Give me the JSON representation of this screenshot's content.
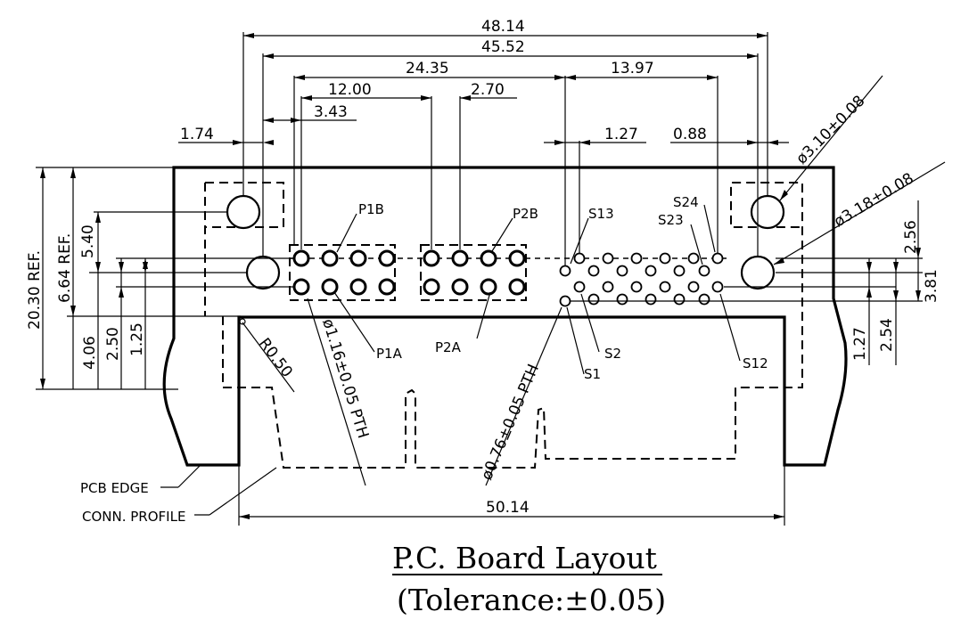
{
  "title": "P.C. Board Layout",
  "subtitle": "(Tolerance:±0.05)",
  "dimensions": {
    "d48_14": "48.14",
    "d45_52": "45.52",
    "d24_35": "24.35",
    "d13_97": "13.97",
    "d12_00": "12.00",
    "d2_70": "2.70",
    "d3_43": "3.43",
    "d1_74": "1.74",
    "d1_27_top": "1.27",
    "d0_88": "0.88",
    "d50_14": "50.14",
    "d20_30": "20.30 REF.",
    "d6_64": "6.64 REF.",
    "d5_40": "5.40",
    "d4_06": "4.06",
    "d2_50": "2.50",
    "d1_25": "1.25",
    "d2_56": "2.56",
    "d3_81": "3.81",
    "d2_54": "2.54",
    "d1_27_right": "1.27",
    "r0_50": "R0.50",
    "hole_310": "ø3.10±0.08",
    "hole_318": "ø3.18±0.08",
    "pth_116": "ø1.16±0.05 PTH",
    "pth_076": "ø0.76±0.05 PTH"
  },
  "labels": {
    "p1b": "P1B",
    "p2b": "P2B",
    "p1a": "P1A",
    "p2a": "P2A",
    "s13": "S13",
    "s24": "S24",
    "s23": "S23",
    "s1": "S1",
    "s2": "S2",
    "s12": "S12",
    "pcb_edge": "PCB EDGE",
    "conn_profile": "CONN. PROFILE"
  }
}
